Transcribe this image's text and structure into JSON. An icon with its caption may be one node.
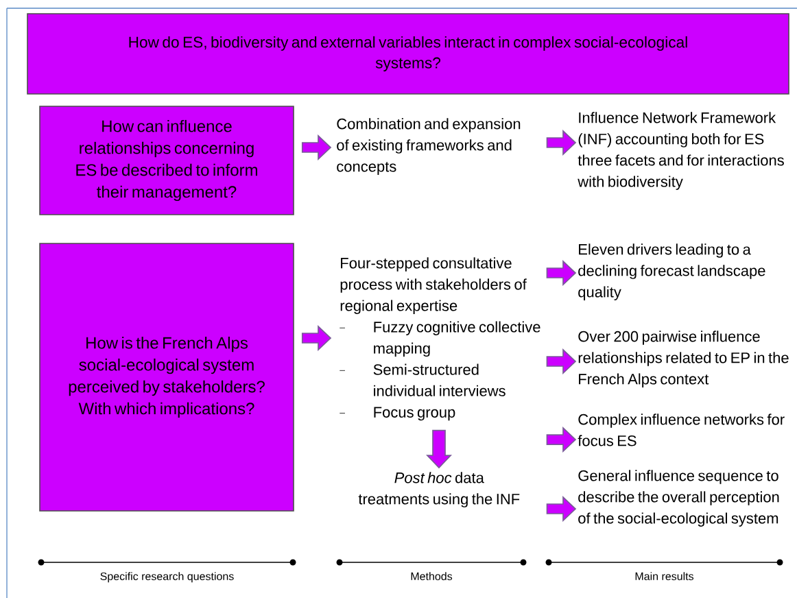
{
  "diagram": {
    "nodes": [
      {
        "text": [
          "How do ES, biodiversity and external variables interact in complex social-ecological systems?"
        ]
      },
      {
        "text": [
          "How can influence relationships concerning ES be described to inform their management?"
        ]
      },
      {
        "text": [
          "Combination and expansion of existing frameworks and concepts"
        ]
      },
      {
        "text": [
          "Influence Network Framework (INF) accounting both for ES three facets and for interactions with biodiversity"
        ]
      },
      {
        "text": [
          "How is the French Alps social-ecological system perceived by stakeholders? With which implications?"
        ]
      },
      {
        "text": [
          "Four-stepped consultative process with stakeholders of regional expertise",
          "Fuzzy cognitive collective mapping",
          "Semi-structured individual interviews",
          "Focus group"
        ]
      },
      {
        "text": [
          "*Post hoc* data treatments using the INF"
        ]
      },
      {
        "text": [
          "Eleven drivers leading to a declining forecast landscape quality"
        ]
      },
      {
        "text": [
          "Over 200 pairwise influence relationships related to EP in the French Alps context"
        ]
      },
      {
        "text": [
          "Complex influence networks for focus ES"
        ]
      },
      {
        "text": [
          "General influence sequence to describe the overall perception of the social-ecological system"
        ]
      }
    ],
    "edges": [
      {
        "from": 1,
        "to": 2,
        "arrow": "to"
      },
      {
        "from": 2,
        "to": 3,
        "arrow": "to"
      },
      {
        "from": 4,
        "to": 5,
        "arrow": "to"
      },
      {
        "from": 5,
        "to": 6,
        "arrow": "to"
      },
      {
        "from": 5,
        "to": 7,
        "arrow": "to"
      },
      {
        "from": 5,
        "to": 8,
        "arrow": "to"
      },
      {
        "from": 5,
        "to": 9,
        "arrow": "to"
      },
      {
        "from": 6,
        "to": 10,
        "arrow": "to"
      }
    ],
    "labels": [
      "Specific research questions",
      "Methods",
      "Main results"
    ]
  }
}
